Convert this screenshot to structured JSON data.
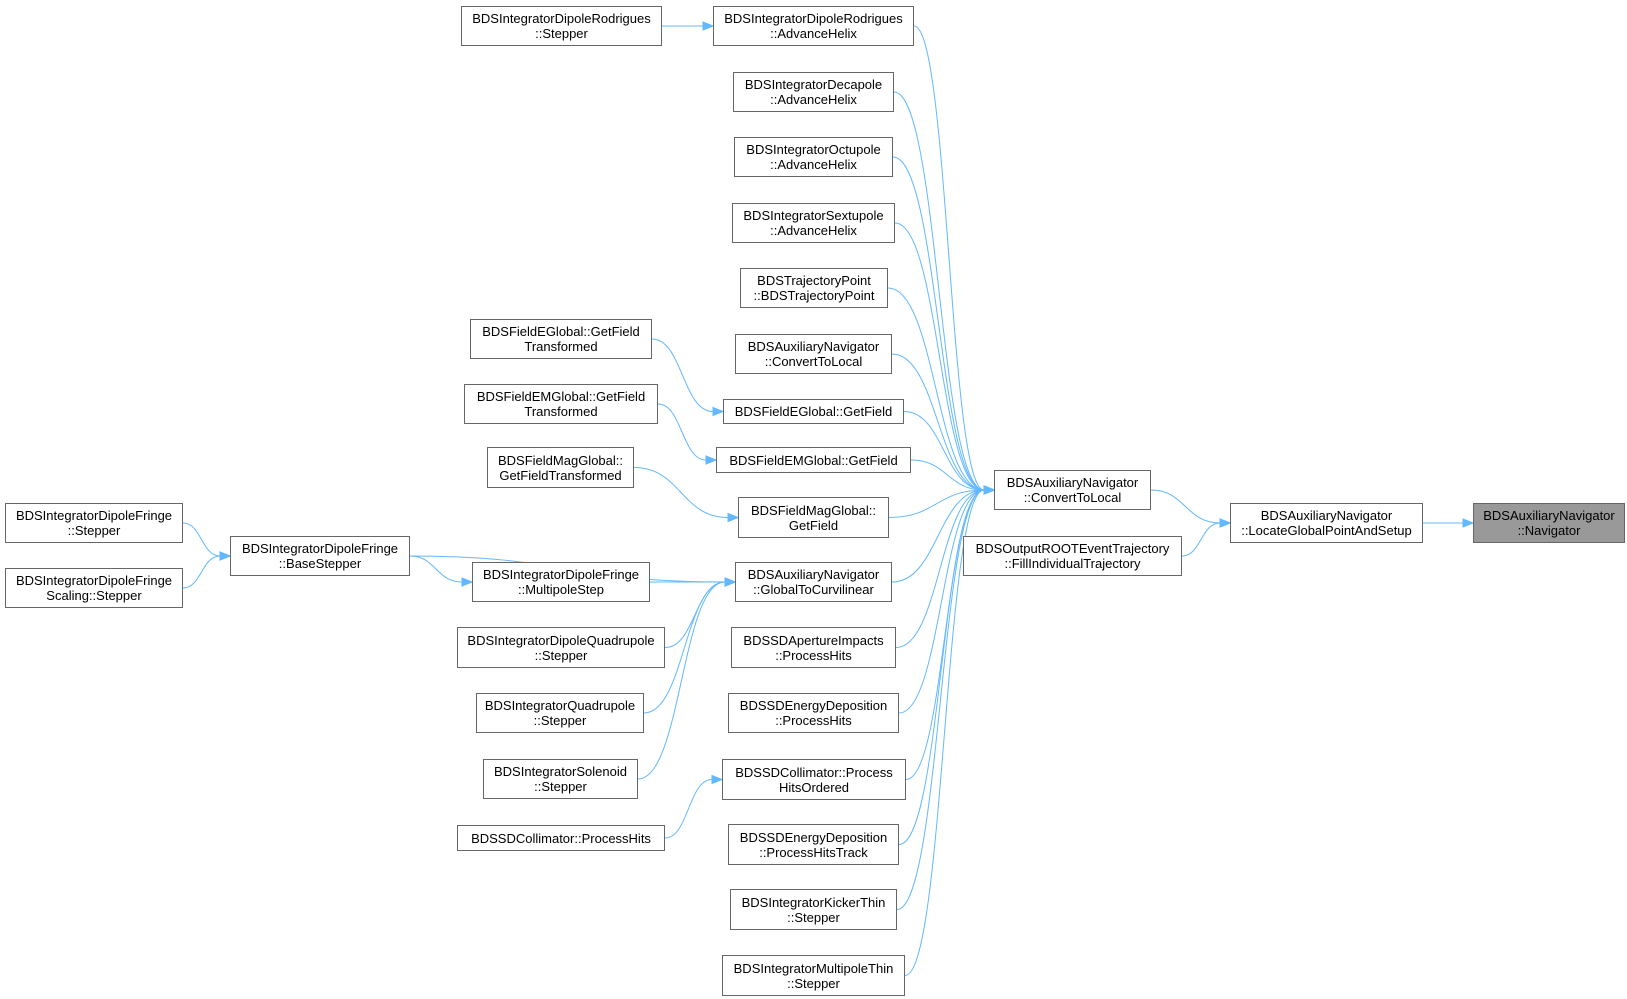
{
  "colors": {
    "edge": "#63b8ff",
    "border": "#666666",
    "current_fill": "#999999",
    "node_fill": "#ffffff",
    "text": "#000000"
  },
  "nodes": [
    {
      "id": "n0",
      "line1": "BDSAuxiliaryNavigator",
      "line2": "::Navigator",
      "current": true
    },
    {
      "id": "n1",
      "line1": "BDSAuxiliaryNavigator",
      "line2": "::LocateGlobalPointAndSetup"
    },
    {
      "id": "n2",
      "line1": "BDSAuxiliaryNavigator",
      "line2": "::ConvertToLocal"
    },
    {
      "id": "n3",
      "line1": "BDSOutputROOTEventTrajectory",
      "line2": "::FillIndividualTrajectory"
    },
    {
      "id": "n4",
      "line1": "BDSIntegratorDipoleRodrigues",
      "line2": "::AdvanceHelix"
    },
    {
      "id": "n5",
      "line1": "BDSIntegratorDipoleRodrigues",
      "line2": "::Stepper"
    },
    {
      "id": "n6",
      "line1": "BDSIntegratorDecapole",
      "line2": "::AdvanceHelix"
    },
    {
      "id": "n7",
      "line1": "BDSIntegratorOctupole",
      "line2": "::AdvanceHelix"
    },
    {
      "id": "n8",
      "line1": "BDSIntegratorSextupole",
      "line2": "::AdvanceHelix"
    },
    {
      "id": "n9",
      "line1": "BDSTrajectoryPoint",
      "line2": "::BDSTrajectoryPoint"
    },
    {
      "id": "n10",
      "line1": "BDSAuxiliaryNavigator",
      "line2": "::ConvertToLocal"
    },
    {
      "id": "n11",
      "line1": "BDSFieldEGlobal::GetField",
      "line2": ""
    },
    {
      "id": "n12",
      "line1": "BDSFieldEGlobal::GetField",
      "line2": "Transformed"
    },
    {
      "id": "n13",
      "line1": "BDSFieldEMGlobal::GetField",
      "line2": ""
    },
    {
      "id": "n14",
      "line1": "BDSFieldEMGlobal::GetField",
      "line2": "Transformed"
    },
    {
      "id": "n15",
      "line1": "BDSFieldMagGlobal::",
      "line2": "GetField"
    },
    {
      "id": "n16",
      "line1": "BDSFieldMagGlobal::",
      "line2": "GetFieldTransformed"
    },
    {
      "id": "n17",
      "line1": "BDSAuxiliaryNavigator",
      "line2": "::GlobalToCurvilinear"
    },
    {
      "id": "n18",
      "line1": "BDSIntegratorDipoleFringe",
      "line2": "::BaseStepper"
    },
    {
      "id": "n19",
      "line1": "BDSIntegratorDipoleFringe",
      "line2": "::Stepper"
    },
    {
      "id": "n20",
      "line1": "BDSIntegratorDipoleFringe",
      "line2": "Scaling::Stepper"
    },
    {
      "id": "n21",
      "line1": "BDSIntegratorDipoleFringe",
      "line2": "::MultipoleStep"
    },
    {
      "id": "n22",
      "line1": "BDSIntegratorDipoleQuadrupole",
      "line2": "::Stepper"
    },
    {
      "id": "n23",
      "line1": "BDSIntegratorQuadrupole",
      "line2": "::Stepper"
    },
    {
      "id": "n24",
      "line1": "BDSIntegratorSolenoid",
      "line2": "::Stepper"
    },
    {
      "id": "n25",
      "line1": "BDSSDApertureImpacts",
      "line2": "::ProcessHits"
    },
    {
      "id": "n26",
      "line1": "BDSSDEnergyDeposition",
      "line2": "::ProcessHits"
    },
    {
      "id": "n27",
      "line1": "BDSSDCollimator::Process",
      "line2": "HitsOrdered"
    },
    {
      "id": "n28",
      "line1": "BDSSDCollimator::ProcessHits",
      "line2": ""
    },
    {
      "id": "n29",
      "line1": "BDSSDEnergyDeposition",
      "line2": "::ProcessHitsTrack"
    },
    {
      "id": "n30",
      "line1": "BDSIntegratorKickerThin",
      "line2": "::Stepper"
    },
    {
      "id": "n31",
      "line1": "BDSIntegratorMultipoleThin",
      "line2": "::Stepper"
    }
  ],
  "edges": [
    [
      "n1",
      "n0"
    ],
    [
      "n2",
      "n1"
    ],
    [
      "n3",
      "n1"
    ],
    [
      "n4",
      "n2"
    ],
    [
      "n5",
      "n4"
    ],
    [
      "n6",
      "n2"
    ],
    [
      "n7",
      "n2"
    ],
    [
      "n8",
      "n2"
    ],
    [
      "n9",
      "n2"
    ],
    [
      "n10",
      "n2"
    ],
    [
      "n11",
      "n2"
    ],
    [
      "n12",
      "n11"
    ],
    [
      "n13",
      "n2"
    ],
    [
      "n14",
      "n13"
    ],
    [
      "n15",
      "n2"
    ],
    [
      "n16",
      "n15"
    ],
    [
      "n17",
      "n2"
    ],
    [
      "n18",
      "n17"
    ],
    [
      "n19",
      "n18"
    ],
    [
      "n20",
      "n18"
    ],
    [
      "n21",
      "n17"
    ],
    [
      "n18",
      "n21"
    ],
    [
      "n22",
      "n17"
    ],
    [
      "n23",
      "n17"
    ],
    [
      "n24",
      "n17"
    ],
    [
      "n25",
      "n2"
    ],
    [
      "n26",
      "n2"
    ],
    [
      "n27",
      "n2"
    ],
    [
      "n28",
      "n27"
    ],
    [
      "n29",
      "n2"
    ],
    [
      "n30",
      "n2"
    ],
    [
      "n31",
      "n2"
    ]
  ]
}
